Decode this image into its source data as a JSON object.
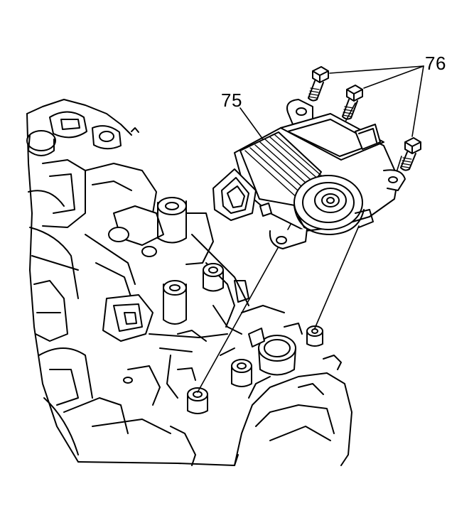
{
  "diagram": {
    "callouts": [
      {
        "id": "75",
        "label": "75"
      },
      {
        "id": "76",
        "label": "76"
      }
    ],
    "colors": {
      "line": "#000000",
      "fill": "#ffffff",
      "background": "#ffffff"
    }
  }
}
